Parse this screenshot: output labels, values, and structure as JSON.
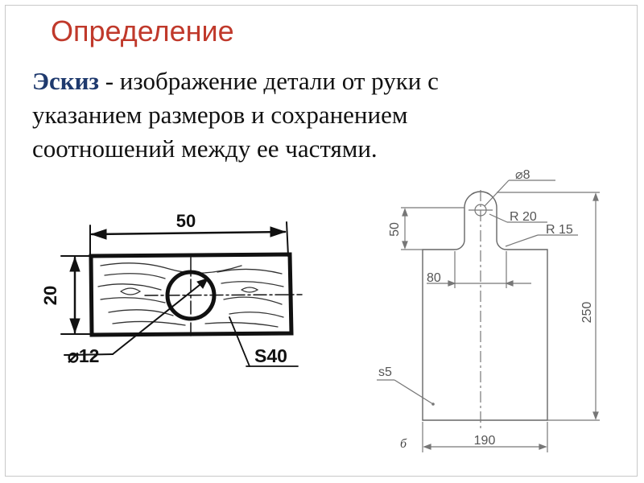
{
  "slide": {
    "title": "Определение",
    "definition_term": "Эскиз",
    "definition_text": " - изображение детали от руки с указанием размеров и сохранением соотношений между ее частями."
  },
  "sketch_a": {
    "dim_width": "50",
    "dim_height": "20",
    "dim_hole": "⌀12",
    "dim_thickness": "S40"
  },
  "sketch_b": {
    "dim_hole": "⌀8",
    "dim_radius_20": "R 20",
    "dim_radius_15": "R 15",
    "dim_50": "50",
    "dim_80": "80",
    "dim_250": "250",
    "dim_190": "190",
    "dim_thickness": "s5",
    "caption": "б"
  }
}
